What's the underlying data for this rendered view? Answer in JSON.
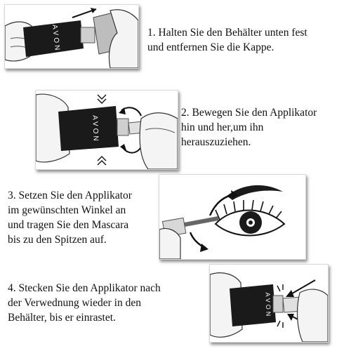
{
  "brand": "AVON",
  "steps": [
    {
      "text": "1. Halten Sie den Behälter unten fest\nund entfernen Sie die Kappe."
    },
    {
      "text": "2. Bewegen Sie den Applikator\nhin und her,um ihn\nherauszuziehen."
    },
    {
      "text": "3. Setzen Sie  den Applikator\nim gewünschten Winkel an\nund tragen Sie den Mascara\nbis zu den Spitzen auf."
    },
    {
      "text": "4. Stecken Sie den Applikator nach\nder Verwednung wieder in den\nBehälter, bis er einrastet."
    }
  ],
  "colors": {
    "ink": "#111111",
    "tube": "#1a1a1a",
    "background": "#ffffff"
  },
  "icons": [
    "hand-icon",
    "mascara-tube-icon",
    "curved-arrow-icon",
    "eye-icon"
  ]
}
